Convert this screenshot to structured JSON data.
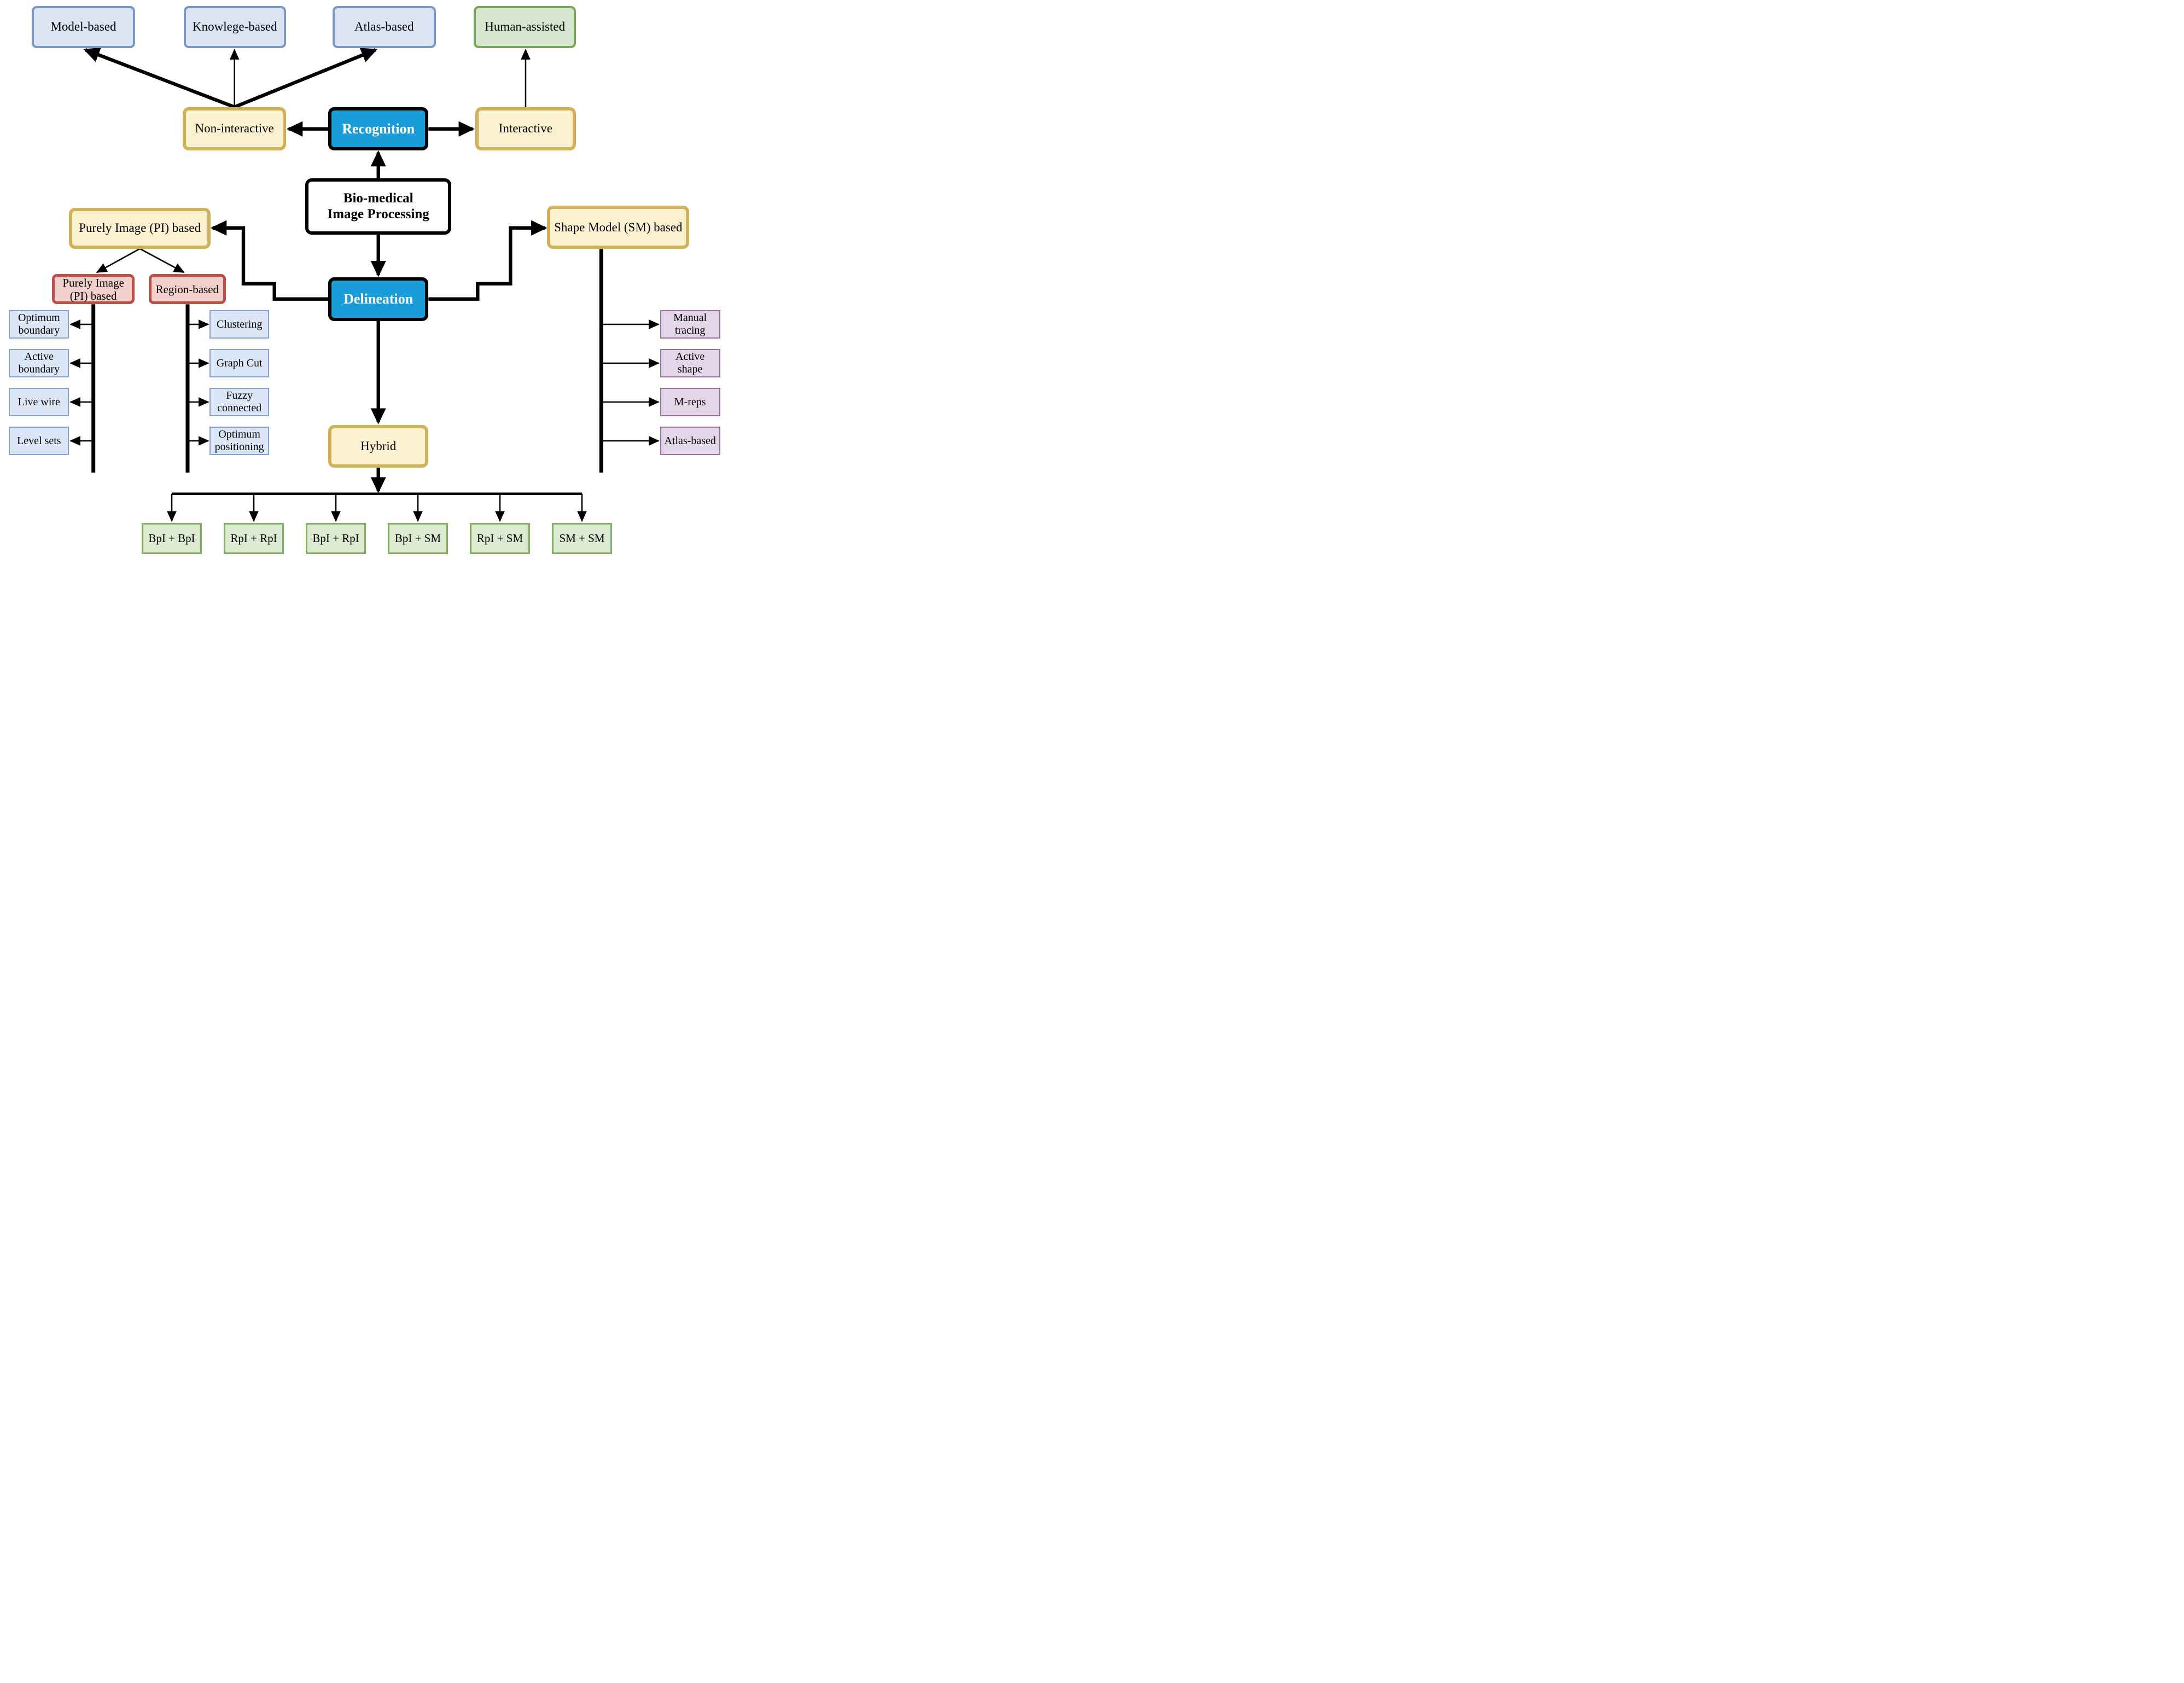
{
  "diagram": {
    "kind": "flowchart",
    "root_label": "Bio-medical Image Processing"
  },
  "palette": {
    "category_blue_fill": "#dae4f3",
    "category_blue_border": "#7b98c6",
    "category_green_fill": "#d7e7cf",
    "category_green_border": "#77a958",
    "control_yellow_fill": "#fdf2d0",
    "control_yellow_border": "#d2b258",
    "stage_blue_fill": "#199cd8",
    "stage_border": "#000000",
    "sub_red_fill": "#f2cfcb",
    "sub_red_border": "#bd4f4b",
    "item_blue_fill": "#dbe7f6",
    "item_blue_border": "#87a2cf",
    "item_purple_fill": "#e2d6e8",
    "item_purple_border": "#96739d",
    "item_green_fill": "#dcead2",
    "item_green_border": "#7fae62",
    "connector": "#000000"
  },
  "nodes": [
    {
      "id": "model-based",
      "kind": "category-blue",
      "label": [
        "Model-based"
      ]
    },
    {
      "id": "knowlege-based",
      "kind": "category-blue",
      "label": [
        "Knowlege-based"
      ]
    },
    {
      "id": "atlas-based-recognition",
      "kind": "category-blue",
      "label": [
        "Atlas-based"
      ]
    },
    {
      "id": "human-assisted",
      "kind": "category-green",
      "label": [
        "Human-assisted"
      ]
    },
    {
      "id": "non-interactive",
      "kind": "control-yellow",
      "label": [
        "Non-interactive"
      ]
    },
    {
      "id": "recognition",
      "kind": "stage-blue",
      "label": [
        "Recognition"
      ]
    },
    {
      "id": "interactive",
      "kind": "control-yellow",
      "label": [
        "Interactive"
      ]
    },
    {
      "id": "bio-medical-image-processing",
      "kind": "root-white",
      "label": [
        "Bio-medical",
        "Image Processing"
      ]
    },
    {
      "id": "purely-image-pi-based",
      "kind": "control-yellow",
      "label": [
        "Purely Image (PI) based"
      ]
    },
    {
      "id": "shape-model-sm-based",
      "kind": "control-yellow",
      "label": [
        "Shape Model (SM) based"
      ]
    },
    {
      "id": "delineation",
      "kind": "stage-blue",
      "label": [
        "Delineation"
      ]
    },
    {
      "id": "purely-image-pi-sub",
      "kind": "sub-red",
      "label": [
        "Purely Image",
        "(PI) based"
      ]
    },
    {
      "id": "region-based",
      "kind": "sub-red",
      "label": [
        "Region-based"
      ]
    },
    {
      "id": "optimum-boundary",
      "kind": "item-blue",
      "label": [
        "Optimum",
        "boundary"
      ]
    },
    {
      "id": "active-boundary",
      "kind": "item-blue",
      "label": [
        "Active",
        "boundary"
      ]
    },
    {
      "id": "live-wire",
      "kind": "item-blue",
      "label": [
        "Live wire"
      ]
    },
    {
      "id": "level-sets",
      "kind": "item-blue",
      "label": [
        "Level sets"
      ]
    },
    {
      "id": "clustering",
      "kind": "item-blue",
      "label": [
        "Clustering"
      ]
    },
    {
      "id": "graph-cut",
      "kind": "item-blue",
      "label": [
        "Graph Cut"
      ]
    },
    {
      "id": "fuzzy-connected",
      "kind": "item-blue",
      "label": [
        "Fuzzy",
        "connected"
      ]
    },
    {
      "id": "optimum-positioning",
      "kind": "item-blue",
      "label": [
        "Optimum",
        "positioning"
      ]
    },
    {
      "id": "manual-tracing",
      "kind": "item-purple",
      "label": [
        "Manual",
        "tracing"
      ]
    },
    {
      "id": "active-shape",
      "kind": "item-purple",
      "label": [
        "Active",
        "shape"
      ]
    },
    {
      "id": "m-reps",
      "kind": "item-purple",
      "label": [
        "M-reps"
      ]
    },
    {
      "id": "atlas-based-delineation",
      "kind": "item-purple",
      "label": [
        "Atlas-based"
      ]
    },
    {
      "id": "hybrid",
      "kind": "control-yellow",
      "label": [
        "Hybrid"
      ]
    },
    {
      "id": "bpi-plus-bpi",
      "kind": "item-green",
      "label": [
        "BpI + BpI"
      ]
    },
    {
      "id": "rpi-plus-rpi",
      "kind": "item-green",
      "label": [
        "RpI + RpI"
      ]
    },
    {
      "id": "bpi-plus-rpi",
      "kind": "item-green",
      "label": [
        "BpI + RpI"
      ]
    },
    {
      "id": "bpi-plus-sm",
      "kind": "item-green",
      "label": [
        "BpI + SM"
      ]
    },
    {
      "id": "rpi-plus-sm",
      "kind": "item-green",
      "label": [
        "RpI + SM"
      ]
    },
    {
      "id": "sm-plus-sm",
      "kind": "item-green",
      "label": [
        "SM + SM"
      ]
    }
  ],
  "edges": [
    {
      "id": "bio-to-recognition",
      "from": "bio-medical-image-processing",
      "to": "recognition",
      "arrow": true
    },
    {
      "id": "bio-to-delineation",
      "from": "bio-medical-image-processing",
      "to": "delineation",
      "arrow": true
    },
    {
      "id": "recognition-to-non-interactive",
      "from": "recognition",
      "to": "non-interactive",
      "arrow": true
    },
    {
      "id": "recognition-to-interactive",
      "from": "recognition",
      "to": "interactive",
      "arrow": true
    },
    {
      "id": "interactive-to-human-assisted",
      "from": "interactive",
      "to": "human-assisted",
      "arrow": true
    },
    {
      "id": "non-interactive-to-model-based",
      "from": "non-interactive",
      "to": "model-based",
      "arrow": true
    },
    {
      "id": "non-interactive-to-knowlege-based",
      "from": "non-interactive",
      "to": "knowlege-based",
      "arrow": true
    },
    {
      "id": "non-interactive-to-atlas-based",
      "from": "non-interactive",
      "to": "atlas-based-recognition",
      "arrow": true
    },
    {
      "id": "delineation-to-purely-image",
      "from": "delineation",
      "to": "purely-image-pi-based",
      "arrow": true
    },
    {
      "id": "delineation-to-shape-model",
      "from": "delineation",
      "to": "shape-model-sm-based",
      "arrow": true
    },
    {
      "id": "purely-image-to-pi-sub",
      "from": "purely-image-pi-based",
      "to": "purely-image-pi-sub",
      "arrow": true
    },
    {
      "id": "purely-image-to-region-based",
      "from": "purely-image-pi-based",
      "to": "region-based",
      "arrow": true
    },
    {
      "id": "pi-sub-trunk",
      "from": "purely-image-pi-sub",
      "to": "pi-sub-branches",
      "arrow": false
    },
    {
      "id": "region-trunk",
      "from": "region-based",
      "to": "region-branches",
      "arrow": false
    },
    {
      "id": "shape-model-trunk",
      "from": "shape-model-sm-based",
      "to": "shape-model-branches",
      "arrow": false
    },
    {
      "id": "pi-trunk-to-optimum-boundary",
      "from": "purely-image-pi-sub",
      "to": "optimum-boundary",
      "arrow": true
    },
    {
      "id": "pi-trunk-to-active-boundary",
      "from": "purely-image-pi-sub",
      "to": "active-boundary",
      "arrow": true
    },
    {
      "id": "pi-trunk-to-live-wire",
      "from": "purely-image-pi-sub",
      "to": "live-wire",
      "arrow": true
    },
    {
      "id": "pi-trunk-to-level-sets",
      "from": "purely-image-pi-sub",
      "to": "level-sets",
      "arrow": true
    },
    {
      "id": "region-trunk-to-clustering",
      "from": "region-based",
      "to": "clustering",
      "arrow": true
    },
    {
      "id": "region-trunk-to-graph-cut",
      "from": "region-based",
      "to": "graph-cut",
      "arrow": true
    },
    {
      "id": "region-trunk-to-fuzzy-connected",
      "from": "region-based",
      "to": "fuzzy-connected",
      "arrow": true
    },
    {
      "id": "region-trunk-to-optimum-positioning",
      "from": "region-based",
      "to": "optimum-positioning",
      "arrow": true
    },
    {
      "id": "sm-trunk-to-manual-tracing",
      "from": "shape-model-sm-based",
      "to": "manual-tracing",
      "arrow": true
    },
    {
      "id": "sm-trunk-to-active-shape",
      "from": "shape-model-sm-based",
      "to": "active-shape",
      "arrow": true
    },
    {
      "id": "sm-trunk-to-m-reps",
      "from": "shape-model-sm-based",
      "to": "m-reps",
      "arrow": true
    },
    {
      "id": "sm-trunk-to-atlas-based",
      "from": "shape-model-sm-based",
      "to": "atlas-based-delineation",
      "arrow": true
    },
    {
      "id": "delineation-to-hybrid",
      "from": "delineation",
      "to": "hybrid",
      "arrow": true
    },
    {
      "id": "hybrid-to-bus",
      "from": "hybrid",
      "to": "hybrid-bus",
      "arrow": true
    },
    {
      "id": "hybrid-bus",
      "from": "hybrid",
      "to": "hybrid-combinations",
      "arrow": false
    },
    {
      "id": "bus-to-bpi-bpi",
      "from": "hybrid",
      "to": "bpi-plus-bpi",
      "arrow": true
    },
    {
      "id": "bus-to-rpi-rpi",
      "from": "hybrid",
      "to": "rpi-plus-rpi",
      "arrow": true
    },
    {
      "id": "bus-to-bpi-rpi",
      "from": "hybrid",
      "to": "bpi-plus-rpi",
      "arrow": true
    },
    {
      "id": "bus-to-bpi-sm",
      "from": "hybrid",
      "to": "bpi-plus-sm",
      "arrow": true
    },
    {
      "id": "bus-to-rpi-sm",
      "from": "hybrid",
      "to": "rpi-plus-sm",
      "arrow": true
    },
    {
      "id": "bus-to-sm-sm",
      "from": "hybrid",
      "to": "sm-plus-sm",
      "arrow": true
    }
  ]
}
